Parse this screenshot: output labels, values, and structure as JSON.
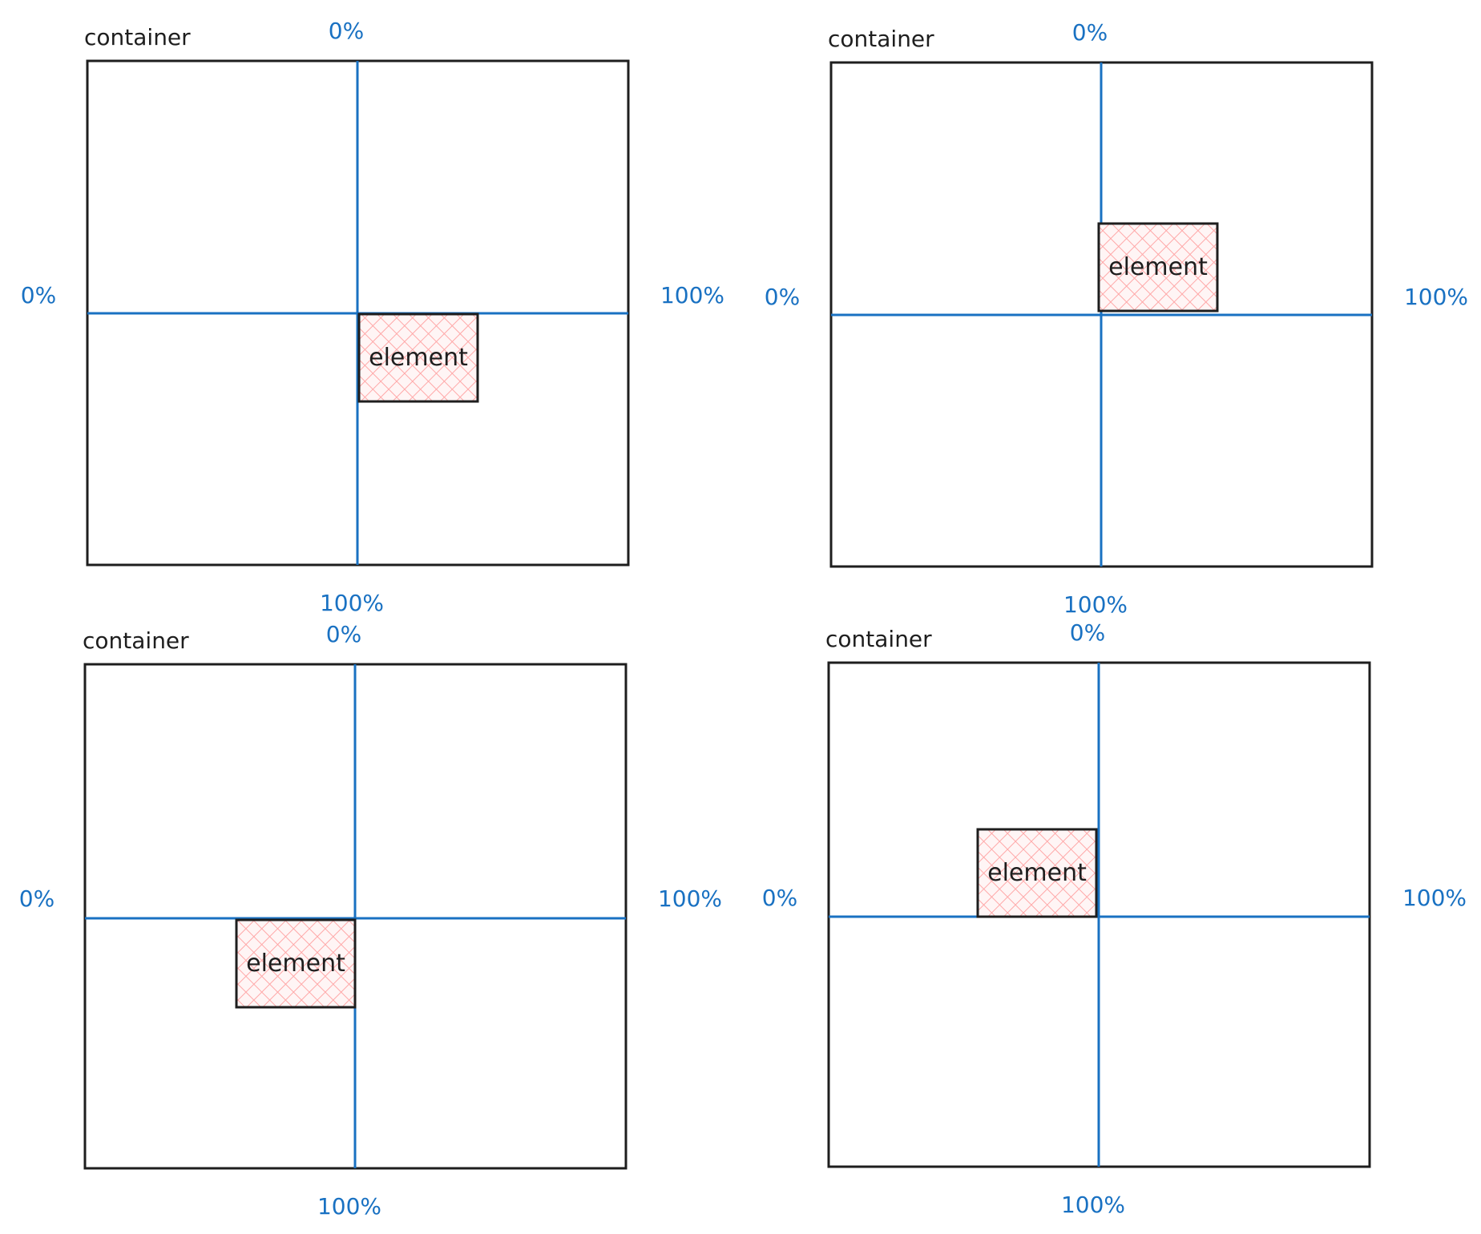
{
  "panels": [
    {
      "container_label": "container",
      "top_label": "0%",
      "bottom_label": "100%",
      "left_label": "0%",
      "right_label": "100%",
      "element_label": "element",
      "element_quadrant": "bottom-right"
    },
    {
      "container_label": "container",
      "top_label": "0%",
      "bottom_label": "100%",
      "left_label": "0%",
      "right_label": "100%",
      "element_label": "element",
      "element_quadrant": "top-right"
    },
    {
      "container_label": "container",
      "top_label": "0%",
      "bottom_label": "100%",
      "left_label": "0%",
      "right_label": "100%",
      "element_label": "element",
      "element_quadrant": "bottom-left"
    },
    {
      "container_label": "container",
      "top_label": "0%",
      "bottom_label": "100%",
      "left_label": "0%",
      "right_label": "100%",
      "element_label": "element",
      "element_quadrant": "top-left"
    }
  ],
  "colors": {
    "outline": "#1e1e1e",
    "axis": "#1971c2",
    "element_fill": "#ffc9c9"
  }
}
